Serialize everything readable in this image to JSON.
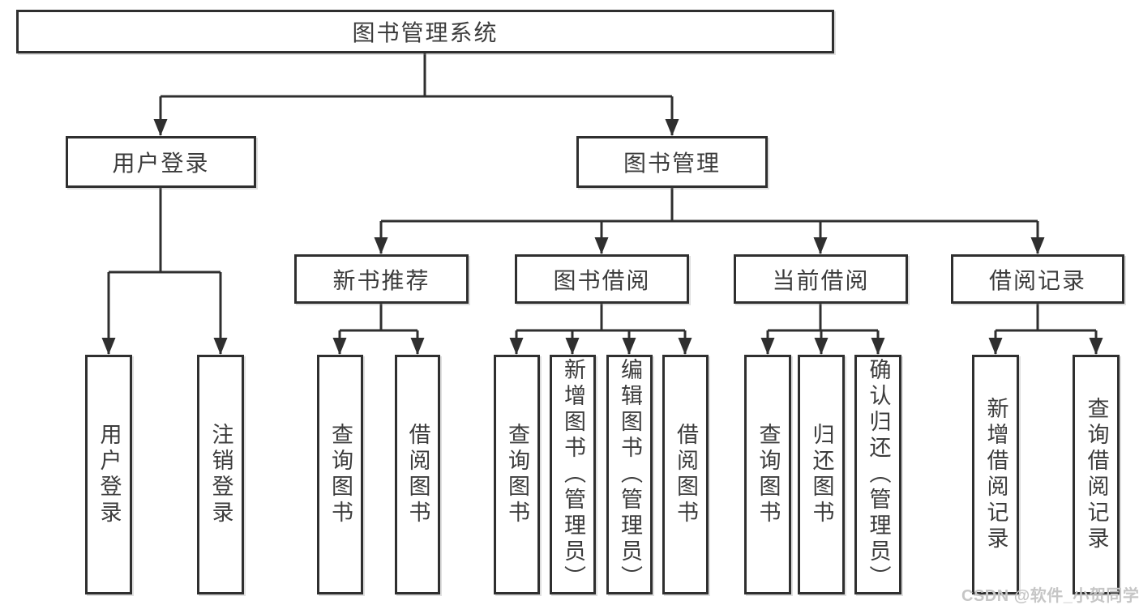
{
  "colors": {
    "background": "#ffffff",
    "line": "#2f2f2f",
    "box_border": "#2f2f2f",
    "text": "#3c3c3c",
    "watermark": "#c6c6c6"
  },
  "diagram": {
    "tree": {
      "label": "图书管理系统",
      "children": [
        {
          "label": "用户登录",
          "children": [
            {
              "label": "用户登录"
            },
            {
              "label": "注销登录"
            }
          ]
        },
        {
          "label": "图书管理",
          "children": [
            {
              "label": "新书推荐",
              "children": [
                {
                  "label": "查询图书"
                },
                {
                  "label": "借阅图书"
                }
              ]
            },
            {
              "label": "图书借阅",
              "children": [
                {
                  "label": "查询图书"
                },
                {
                  "label": "新增图书（管理员）"
                },
                {
                  "label": "编辑图书（管理员）"
                },
                {
                  "label": "借阅图书"
                }
              ]
            },
            {
              "label": "当前借阅",
              "children": [
                {
                  "label": "查询图书"
                },
                {
                  "label": "归还图书"
                },
                {
                  "label": "确认归还（管理员）"
                }
              ]
            },
            {
              "label": "借阅记录",
              "children": [
                {
                  "label": "新增借阅记录"
                },
                {
                  "label": "查询借阅记录"
                }
              ]
            }
          ]
        }
      ]
    }
  },
  "watermark": {
    "text": "CSDN @软件_小贺同学"
  }
}
